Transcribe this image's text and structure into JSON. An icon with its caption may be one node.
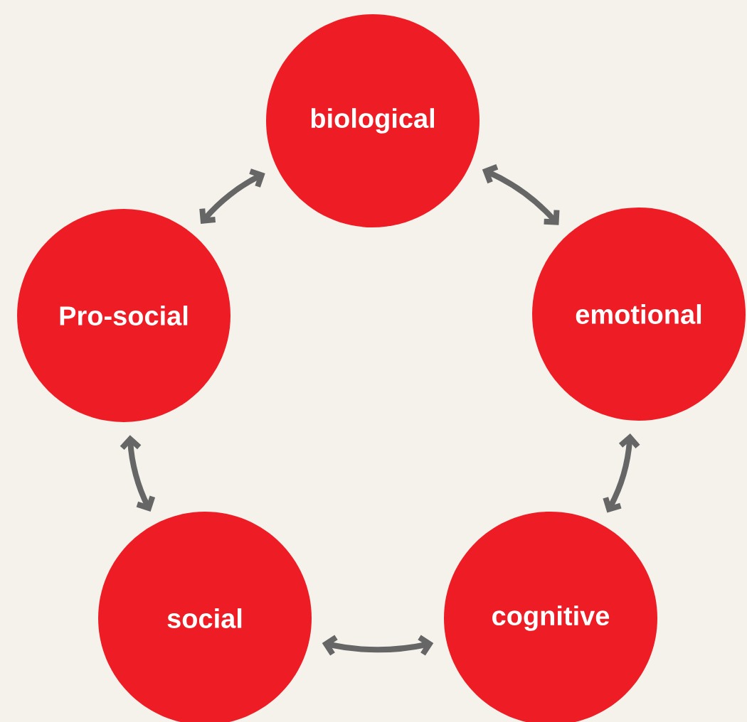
{
  "diagram": {
    "nodes": [
      {
        "text": [
          "biological"
        ]
      },
      {
        "text": [
          "emotional"
        ]
      },
      {
        "text": [
          "cognitive"
        ]
      },
      {
        "text": [
          "social"
        ]
      },
      {
        "text": [
          "Pro-social"
        ]
      }
    ],
    "edges": [
      {
        "from": 0,
        "to": 1,
        "arrow": "both"
      },
      {
        "from": 1,
        "to": 2,
        "arrow": "both"
      },
      {
        "from": 2,
        "to": 3,
        "arrow": "both"
      },
      {
        "from": 3,
        "to": 4,
        "arrow": "both"
      },
      {
        "from": 4,
        "to": 0,
        "arrow": "both"
      }
    ]
  }
}
